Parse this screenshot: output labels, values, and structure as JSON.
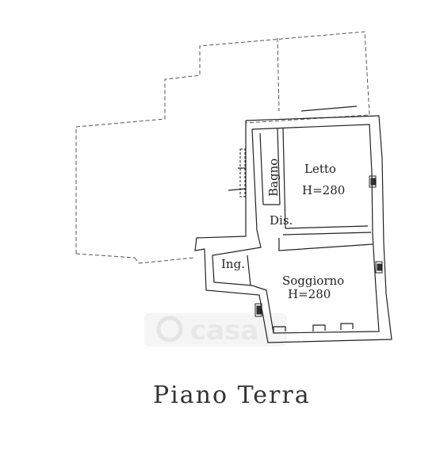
{
  "plan": {
    "title": "Piano Terra",
    "watermark": "casa",
    "rooms": {
      "letto": {
        "name": "Letto",
        "height": "H=280"
      },
      "bagno": {
        "name": "Bagno"
      },
      "disimpegno": {
        "name": "Dis."
      },
      "ingresso": {
        "name": "Ing."
      },
      "soggiorno": {
        "name": "Soggiorno",
        "height": "H=280"
      }
    }
  }
}
